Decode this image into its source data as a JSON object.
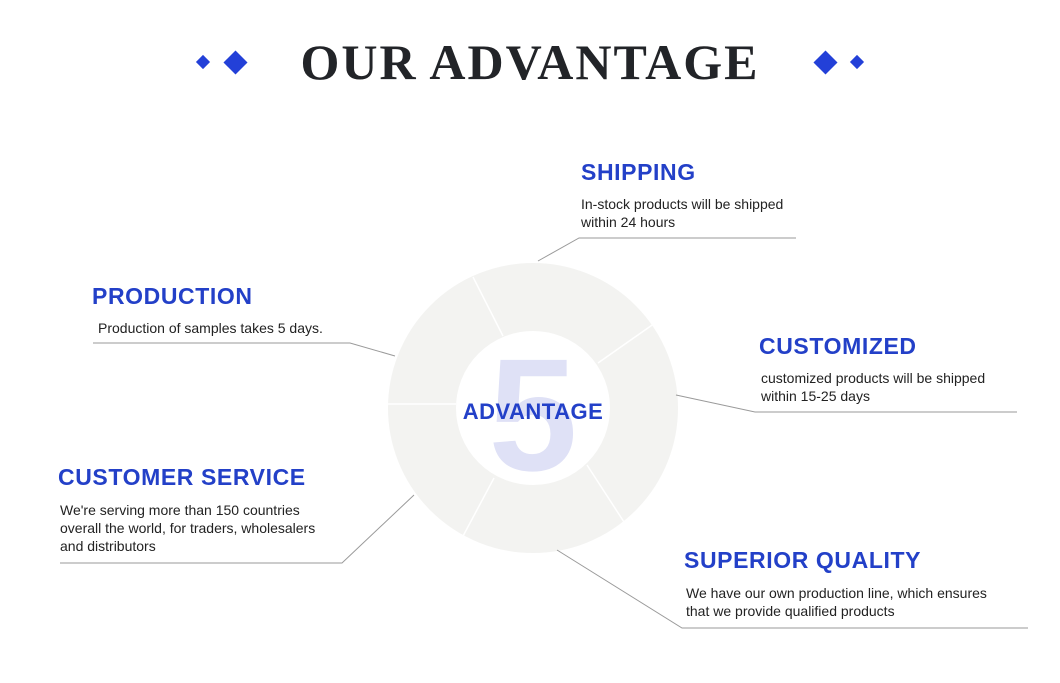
{
  "header": {
    "title": "OUR ADVANTAGE",
    "accent_color": "#2340d8"
  },
  "center": {
    "number": "5",
    "label": "ADVANTAGE"
  },
  "advantages": [
    {
      "title": "SHIPPING",
      "description": "In-stock products will be shipped within 24 hours"
    },
    {
      "title": "PRODUCTION",
      "description": "Production of samples takes 5 days."
    },
    {
      "title": "CUSTOMIZED",
      "description": "customized products will be shipped within 15-25 days"
    },
    {
      "title": "CUSTOMER SERVICE",
      "description": "We're serving more than 150 countries overall the world, for traders, wholesalers and distributors"
    },
    {
      "title": "SUPERIOR QUALITY",
      "description": "We have our own production line, which ensures that we provide qualified products"
    }
  ]
}
